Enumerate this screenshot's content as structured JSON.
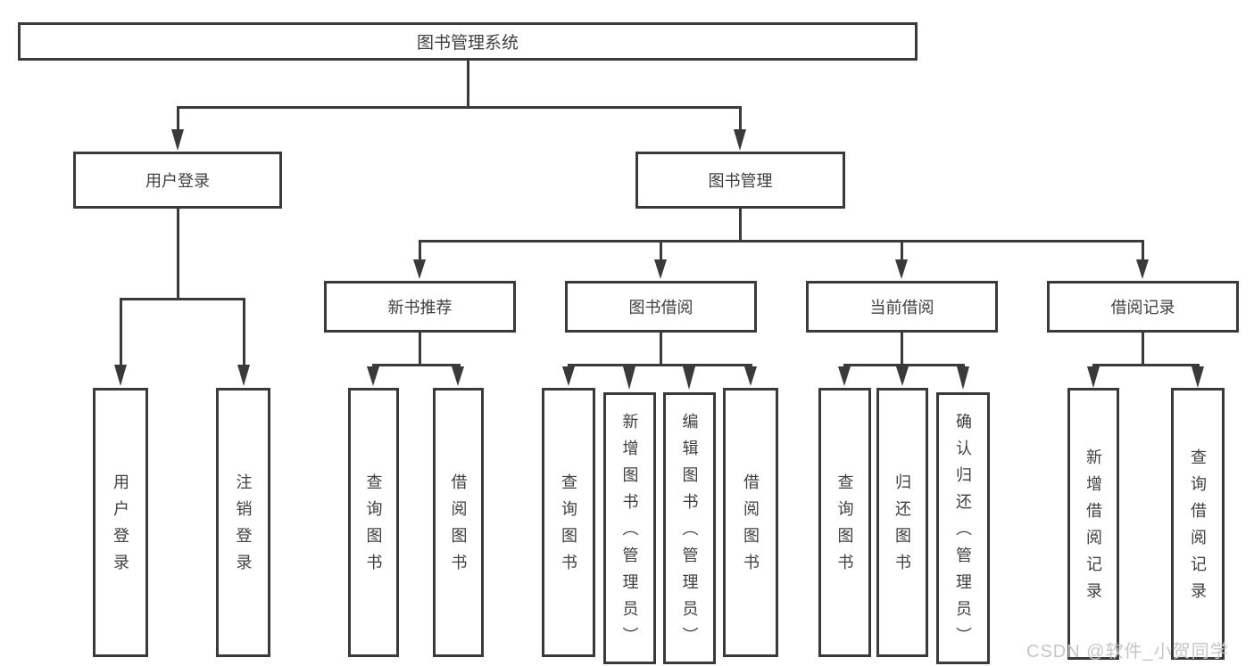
{
  "nodes": {
    "root": "图书管理系统",
    "user_login": "用户登录",
    "book_mgmt": "图书管理",
    "new_book_rec": "新书推荐",
    "book_borrow": "图书借阅",
    "current_borrow": "当前借阅",
    "borrow_record": "借阅记录",
    "leaves": {
      "user_login_leaf": "用户登录",
      "logout": "注销登录",
      "nb_query": "查询图书",
      "nb_borrow": "借阅图书",
      "bb_query": "查询图书",
      "bb_add": "新增图书（管理员）",
      "bb_edit": "编辑图书（管理员）",
      "bb_borrow": "借阅图书",
      "cb_query": "查询图书",
      "cb_return": "归还图书",
      "cb_confirm": "确认归还（管理员）",
      "br_add": "新增借阅记录",
      "br_query": "查询借阅记录"
    }
  },
  "watermark": "CSDN @软件_小贺同学",
  "colors": {
    "line": "#3a3a3c",
    "text": "#3f3f41",
    "watermark": "#c6c6c6"
  }
}
